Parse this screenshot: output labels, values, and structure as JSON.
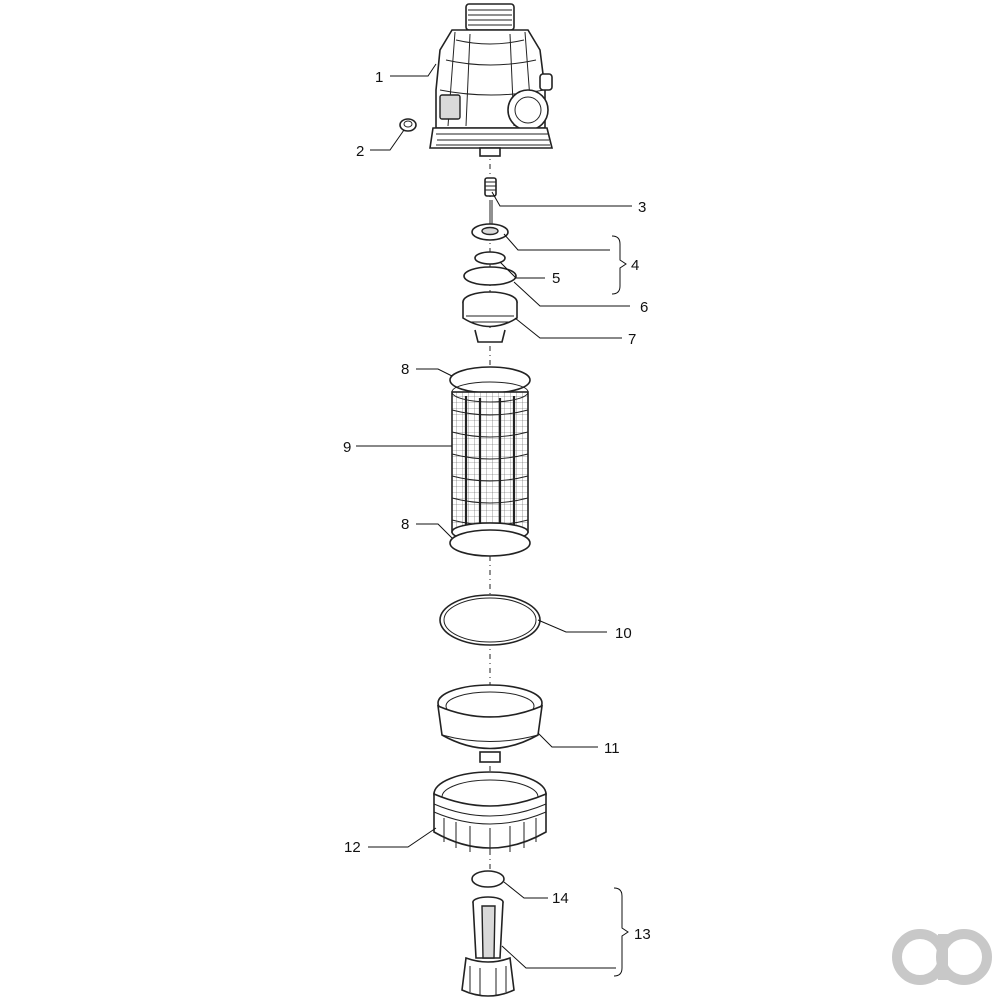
{
  "callouts": [
    {
      "id": "1",
      "label": "1"
    },
    {
      "id": "2",
      "label": "2"
    },
    {
      "id": "3",
      "label": "3"
    },
    {
      "id": "4",
      "label": "4"
    },
    {
      "id": "5",
      "label": "5"
    },
    {
      "id": "6",
      "label": "6"
    },
    {
      "id": "7",
      "label": "7"
    },
    {
      "id": "8a",
      "label": "8"
    },
    {
      "id": "9",
      "label": "9"
    },
    {
      "id": "8b",
      "label": "8"
    },
    {
      "id": "10",
      "label": "10"
    },
    {
      "id": "11",
      "label": "11"
    },
    {
      "id": "12",
      "label": "12"
    },
    {
      "id": "14",
      "label": "14"
    },
    {
      "id": "13",
      "label": "13"
    }
  ],
  "logo": {
    "name": "ao-logo",
    "color": "#c8c8c8"
  }
}
